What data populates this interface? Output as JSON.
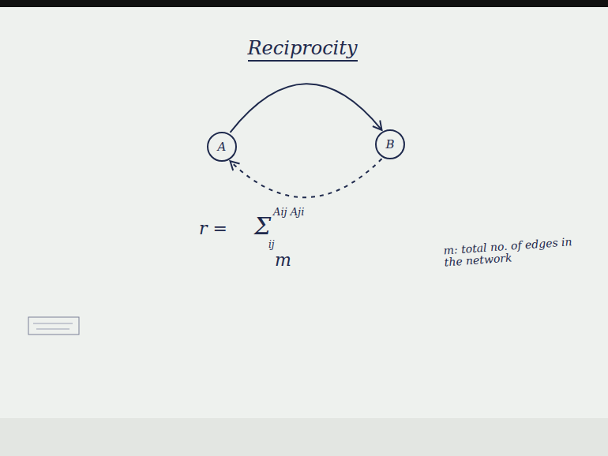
{
  "diagram": {
    "title": "Reciprocity",
    "nodes": [
      {
        "text": [
          "A"
        ]
      },
      {
        "text": [
          "B"
        ]
      }
    ],
    "edges": [
      {
        "from": 0,
        "to": 1,
        "arrow": "to"
      },
      {
        "from": 1,
        "to": 0,
        "arrow": "to"
      }
    ],
    "labels": [
      "r =",
      "Σ",
      "ij",
      "Aij Aji",
      "m",
      "m: total no. of edges in the network"
    ]
  }
}
